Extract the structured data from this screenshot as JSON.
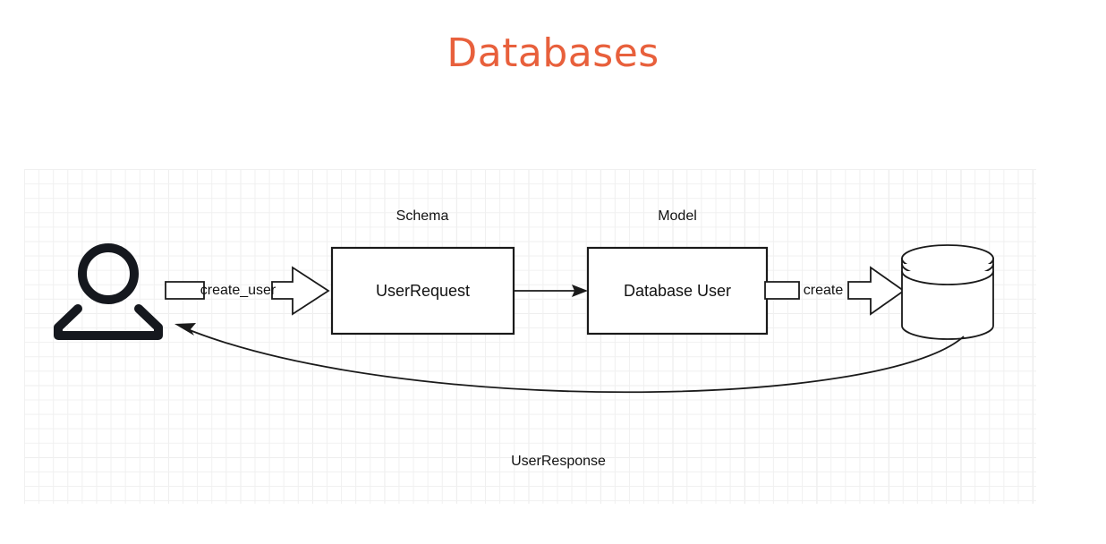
{
  "slide": {
    "title": "Databases",
    "title_color": "#e8603c",
    "background_color": "#ffffff"
  },
  "diagram": {
    "type": "flow-diagram",
    "grid": {
      "visible": true,
      "minor_color": "#f0f0f0",
      "major_color": "#e6e6e6"
    },
    "actor": {
      "name": "user-actor",
      "icon": "person-icon",
      "label": ""
    },
    "captions": [
      {
        "id": "schema-caption",
        "text": "Schema"
      },
      {
        "id": "model-caption",
        "text": "Model"
      }
    ],
    "nodes": [
      {
        "id": "user-request-box",
        "label": "UserRequest",
        "group": "Schema"
      },
      {
        "id": "database-user-box",
        "label": "Database User",
        "group": "Model"
      },
      {
        "id": "database-cylinder",
        "label": "",
        "shape": "cylinder"
      }
    ],
    "edges": [
      {
        "id": "create-user-edge",
        "label": "create_user",
        "from": "user-actor",
        "to": "user-request-box",
        "style": "block-arrow"
      },
      {
        "id": "request-to-model-edge",
        "label": "",
        "from": "user-request-box",
        "to": "database-user-box",
        "style": "thin-arrow"
      },
      {
        "id": "create-edge",
        "label": "create",
        "from": "database-user-box",
        "to": "database-cylinder",
        "style": "block-arrow"
      },
      {
        "id": "user-response-edge",
        "label": "UserResponse",
        "from": "database-cylinder",
        "to": "user-actor",
        "style": "curved-arrow"
      }
    ]
  }
}
